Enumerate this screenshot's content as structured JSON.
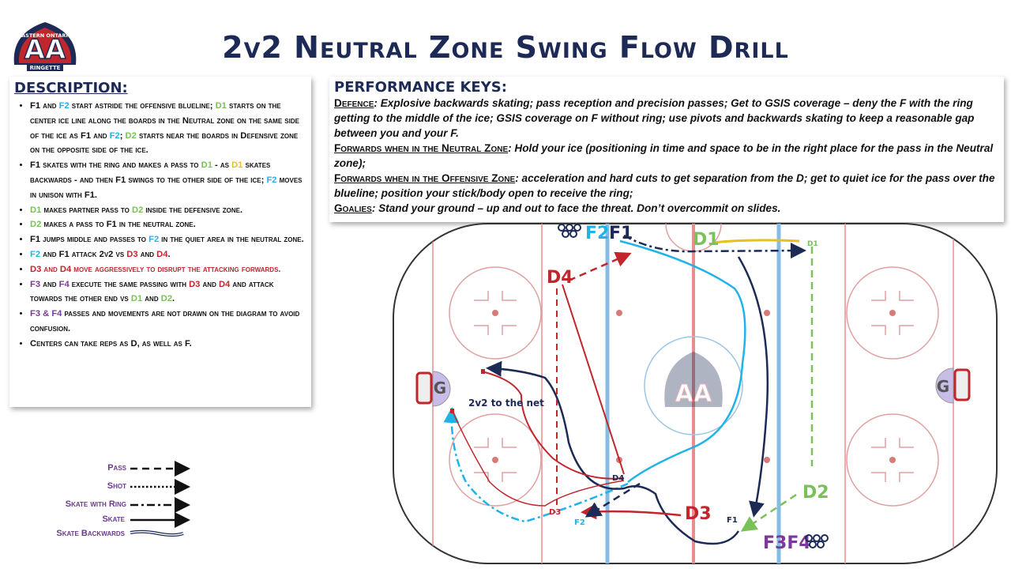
{
  "title": "2v2 Neutral Zone Swing Flow Drill",
  "logo": {
    "top_text": "EASTERN ONTARIO",
    "letters": "AA",
    "bottom_text": "RINGETTE"
  },
  "description": {
    "heading": "DESCRIPTION:",
    "items": [
      {
        "parts": [
          [
            "F1",
            "F1"
          ],
          [
            " and ",
            "F1"
          ],
          [
            "F2",
            "F2"
          ],
          [
            " start astride the offensive blueline;  ",
            "F1"
          ],
          [
            "D1",
            "D1"
          ],
          [
            " starts on the center ice line along the boards in the Neutral zone on the same side of the ice as ",
            "F1"
          ],
          [
            "F1",
            "F1"
          ],
          [
            " and ",
            "F1"
          ],
          [
            "F2",
            "F2"
          ],
          [
            "; ",
            "F1"
          ],
          [
            "D2",
            "D1"
          ],
          [
            " starts near the boards in Defensive zone on the opposite side of the ice.",
            "F1"
          ]
        ]
      },
      {
        "parts": [
          [
            "F1",
            "F1"
          ],
          [
            " skates with the ring and makes a pass to ",
            "F1"
          ],
          [
            "D1",
            "D1"
          ],
          [
            " - as ",
            "F1"
          ],
          [
            "D1",
            "D1y"
          ],
          [
            " skates backwards - and then F1 swings to the other side of the ice; ",
            "F1"
          ],
          [
            "F2",
            "F2"
          ],
          [
            " moves in unison with F1.",
            "F1"
          ]
        ]
      },
      {
        "parts": [
          [
            "D1",
            "D1"
          ],
          [
            " makes partner pass to ",
            "F1"
          ],
          [
            "D2",
            "D1"
          ],
          [
            " inside the defensive zone.",
            "F1"
          ]
        ]
      },
      {
        "parts": [
          [
            "D2",
            "D1"
          ],
          [
            " makes a pass to ",
            "F1"
          ],
          [
            "F1",
            "F1"
          ],
          [
            " in the neutral zone.",
            "F1"
          ]
        ]
      },
      {
        "parts": [
          [
            "F1",
            "F1"
          ],
          [
            " jumps middle and passes to ",
            "F1"
          ],
          [
            "F2",
            "F2"
          ],
          [
            " in the quiet area in the neutral zone.",
            "F1"
          ]
        ]
      },
      {
        "parts": [
          [
            "F2",
            "F2"
          ],
          [
            " and ",
            "F1"
          ],
          [
            "F1",
            "F1"
          ],
          [
            " attack 2v2 vs ",
            "F1"
          ],
          [
            "D3",
            "D3"
          ],
          [
            " and ",
            "F1"
          ],
          [
            "D4",
            "D3"
          ],
          [
            ".",
            "F1"
          ]
        ]
      },
      {
        "parts": [
          [
            "D3",
            "D3"
          ],
          [
            " and ",
            "D3"
          ],
          [
            "D4",
            "D3"
          ],
          [
            " move aggressively to disrupt the attacking forwards.",
            "D3"
          ]
        ]
      },
      {
        "parts": [
          [
            "F3",
            "F3"
          ],
          [
            " and ",
            "F1"
          ],
          [
            "F4",
            "F3"
          ],
          [
            " execute the same passing with ",
            "F1"
          ],
          [
            "D3",
            "D3"
          ],
          [
            " and ",
            "F1"
          ],
          [
            "D4",
            "D3"
          ],
          [
            " and attack towards the other end vs ",
            "F1"
          ],
          [
            "D1",
            "D1"
          ],
          [
            " and ",
            "F1"
          ],
          [
            "D2",
            "D1"
          ],
          [
            ".",
            "F1"
          ]
        ]
      },
      {
        "parts": [
          [
            "F3 & F4",
            "F3"
          ],
          [
            " passes and movements are not drawn on the diagram to avoid confusion.",
            "F1"
          ]
        ]
      },
      {
        "parts": [
          [
            "Centers can take reps as D, as well as F.",
            "F1"
          ]
        ]
      }
    ]
  },
  "performance": {
    "heading": "PERFORMANCE KEYS:",
    "items": [
      {
        "label": "Defence",
        "text": ": Explosive backwards skating; pass reception and precision passes; Get to GSIS coverage – deny the F with the ring getting to the middle of the ice;  GSIS coverage on F without ring; use pivots and backwards skating to keep a reasonable gap between you and your F."
      },
      {
        "label": "Forwards when in the Neutral Zone",
        "text": ": Hold your ice (positioning in time and space to be in the right place for the pass in the Neutral zone);"
      },
      {
        "label": "Forwards when in the Offensive Zone",
        "text": ": acceleration and hard cuts to get separation from the D; get to quiet ice for the pass over the blueline; position your stick/body open to receive the ring;"
      },
      {
        "label": "Goalies",
        "text": ": Stand your ground – up and out to face the threat. Don’t overcommit on slides."
      }
    ]
  },
  "legend": {
    "items": [
      {
        "label": "Pass",
        "style": "dash"
      },
      {
        "label": "Shot",
        "style": "dot"
      },
      {
        "label": "Skate with Ring",
        "style": "dashdot"
      },
      {
        "label": "Skate",
        "style": "solid"
      },
      {
        "label": "Skate Backwards",
        "style": "double"
      }
    ]
  },
  "diagram": {
    "goalie_label": "G",
    "annotation": "2v2 to the net",
    "players": {
      "F1": "F1",
      "F2": "F2",
      "D1": "D1",
      "D2": "D2",
      "D3": "D3",
      "D4": "D4",
      "F3F4": "F3F4"
    },
    "small_labels": {
      "D1": "D1",
      "D4": "D4",
      "D3": "D3",
      "F2": "F2",
      "F1": "F1"
    }
  },
  "colors": {
    "navy": "#1c2a55",
    "F2": "#1fb3e8",
    "D1": "#79c25a",
    "D1_yellow": "#e5c21c",
    "D3": "#c0262c",
    "F3": "#7b3a9a",
    "blue_line": "#86bce3",
    "red_line": "#e58f8f"
  }
}
